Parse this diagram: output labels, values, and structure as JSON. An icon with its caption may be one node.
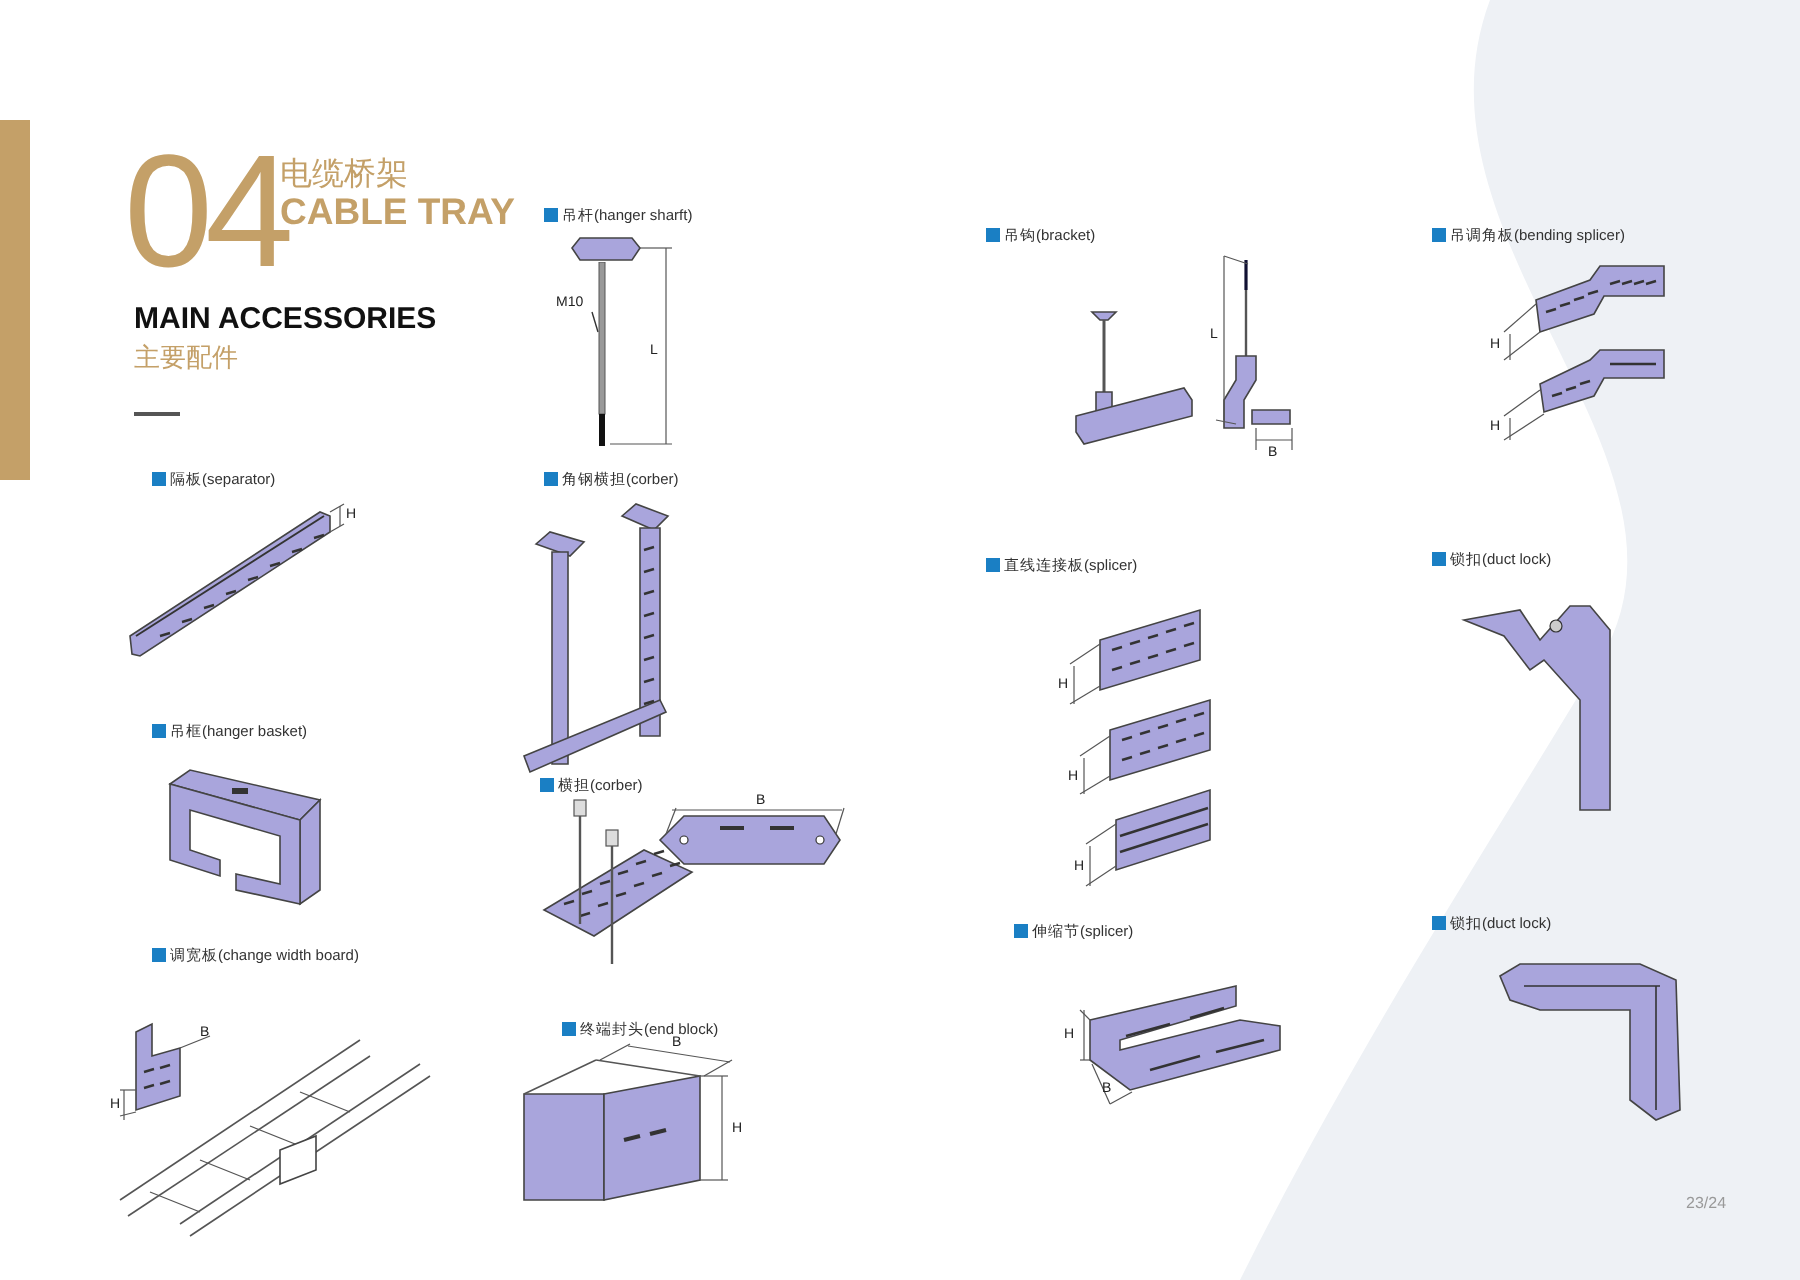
{
  "diagram": {
    "nodes": [
      {
        "text": [
          "M10"
        ]
      },
      {
        "text": [],
        "shape": "bar"
      }
    ],
    "edges": [
      {
        "from": 0,
        "to": 1,
        "arrow": "none"
      }
    ],
    "labels": [
      "04",
      "电缆桥架",
      "CABLE TRAY",
      "MAIN ACCESSORIES",
      "主要配件",
      "吊杆(hanger sharft)",
      "L",
      "吊钩(bracket)",
      "L",
      "B",
      "吊调角板(bending splicer)",
      "H",
      "H",
      "隔板(separator)",
      "H",
      "角钢横担(corber)",
      "直线连接板(splicer)",
      "H",
      "H",
      "H",
      "锁扣(duct lock)",
      "吊框(hanger basket)",
      "横担(corber)",
      "B",
      "伸缩节(splicer)",
      "H",
      "B",
      "锁扣(duct lock)",
      "调宽板(change width board)",
      "B",
      "H",
      "终端封头(end block)",
      "B",
      "H",
      "23/24"
    ]
  }
}
